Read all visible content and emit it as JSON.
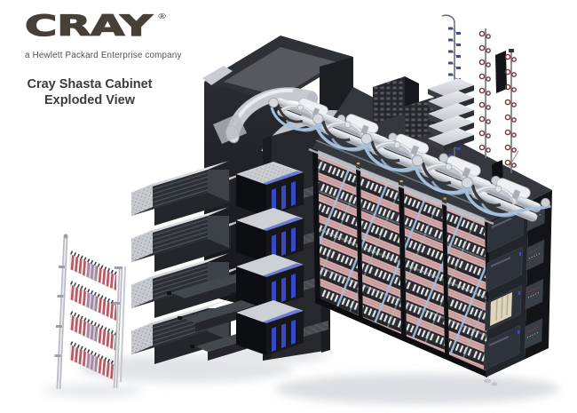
{
  "header": {
    "logo_text": "CRAY",
    "registered_mark": "®",
    "tagline": "a Hewlett Packard Enterprise company"
  },
  "title": {
    "line1": "Cray Shasta Cabinet",
    "line2": "Exploded View"
  },
  "colors": {
    "logo_color": "#474039",
    "tagline_color": "#55504a",
    "title_color": "#3c3c3c",
    "cabinet_dark": "#17181c",
    "cabinet_mid": "#34373d",
    "panel_gray": "#4b4e54",
    "silver_light": "#d9dce0",
    "chrome": "#c6cad0",
    "cable_pink": "#d8aaac",
    "hose_dark": "#2e3034",
    "hose_stripe": "#e8e9eb",
    "tube_blue": "#a5c0de",
    "slot_blue": "#3b4fd8",
    "unit_beige": "#ded6ba",
    "fin_red": "#c0525e",
    "connector_maroon": "#7c3136",
    "connector_blue": "#3f4c96",
    "shadow": "#dcdee2"
  }
}
